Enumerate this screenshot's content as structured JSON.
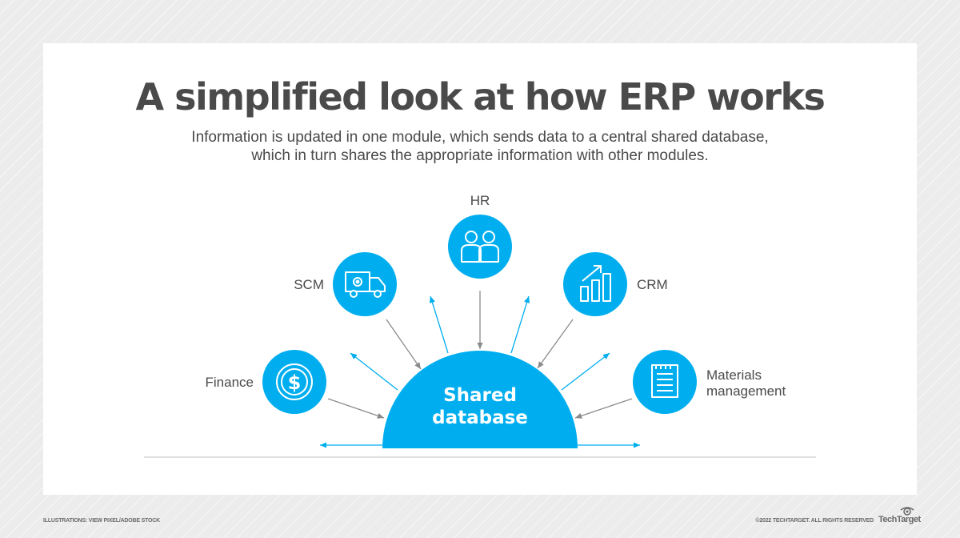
{
  "title": "A simplified look at how ERP works",
  "subtitle": {
    "line1": "Information is updated in one module, which sends data to a central shared database,",
    "line2": "which in turn shares the appropriate information with other modules."
  },
  "hub": {
    "line1": "Shared",
    "line2": "database"
  },
  "modules": [
    {
      "id": "finance",
      "label": "Finance",
      "icon": "dollar-coin-icon"
    },
    {
      "id": "scm",
      "label": "SCM",
      "icon": "delivery-truck-icon"
    },
    {
      "id": "hr",
      "label": "HR",
      "icon": "people-icon"
    },
    {
      "id": "crm",
      "label": "CRM",
      "icon": "growth-chart-icon"
    },
    {
      "id": "materials",
      "label_line1": "Materials",
      "label_line2": "management",
      "icon": "document-list-icon"
    }
  ],
  "colors": {
    "accent": "#00aeef",
    "text": "#4a4a4a",
    "arrow_in": "#8a8a8a",
    "arrow_out": "#00aeef"
  },
  "footer": {
    "credit": "ILLUSTRATIONS: VIEW PIXEL/ADOBE STOCK",
    "copyright": "©2022 TECHTARGET. ALL RIGHTS RESERVED",
    "brand": "TechTarget"
  }
}
